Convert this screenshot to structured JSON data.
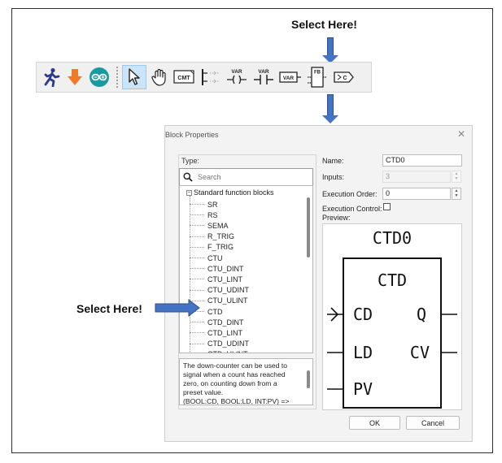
{
  "annotations": {
    "top_caption": "Select Here!",
    "left_caption": "Select Here!"
  },
  "toolbar": {
    "buttons": [
      {
        "icon": "running-man-icon"
      },
      {
        "icon": "download-arrow-icon"
      },
      {
        "icon": "arduino-infinity-icon"
      },
      {
        "icon": "select-pointer-icon",
        "selected": true
      },
      {
        "icon": "hand-pan-icon"
      },
      {
        "icon": "comment-icon",
        "label": "CMT"
      },
      {
        "icon": "power-rail-icon"
      },
      {
        "icon": "coil-icon",
        "label": "VAR"
      },
      {
        "icon": "contact-icon",
        "label": "VAR"
      },
      {
        "icon": "variable-icon",
        "label": "VAR"
      },
      {
        "icon": "function-block-icon",
        "label": "FB"
      },
      {
        "icon": "connection-icon",
        "label": "C"
      }
    ]
  },
  "dialog": {
    "title": "Block Properties",
    "close": "✕",
    "type_label": "Type:",
    "search_placeholder": "Search",
    "tree_root": "Standard function blocks",
    "tree_items": [
      "SR",
      "RS",
      "SEMA",
      "R_TRIG",
      "F_TRIG",
      "CTU",
      "CTU_DINT",
      "CTU_LINT",
      "CTU_UDINT",
      "CTU_ULINT",
      "CTD",
      "CTD_DINT",
      "CTD_LINT",
      "CTD_UDINT",
      "CTD_ULINT"
    ],
    "description_lines": [
      "The down-counter can be used to",
      "signal when a count has reached",
      "zero, on counting down from a",
      "preset value.",
      "(BOOL:CD, BOOL:LD, INT:PV) =>"
    ],
    "name_label": "Name:",
    "name_value": "CTD0",
    "inputs_label": "Inputs:",
    "inputs_value": "3",
    "exec_order_label": "Execution Order:",
    "exec_order_value": "0",
    "exec_control_label": "Execution Control:",
    "preview_label": "Preview:",
    "preview": {
      "instance_name": "CTD0",
      "block_type": "CTD",
      "inputs": [
        "CD",
        "LD",
        "PV"
      ],
      "outputs": [
        "Q",
        "CV"
      ]
    },
    "ok": "OK",
    "cancel": "Cancel"
  }
}
